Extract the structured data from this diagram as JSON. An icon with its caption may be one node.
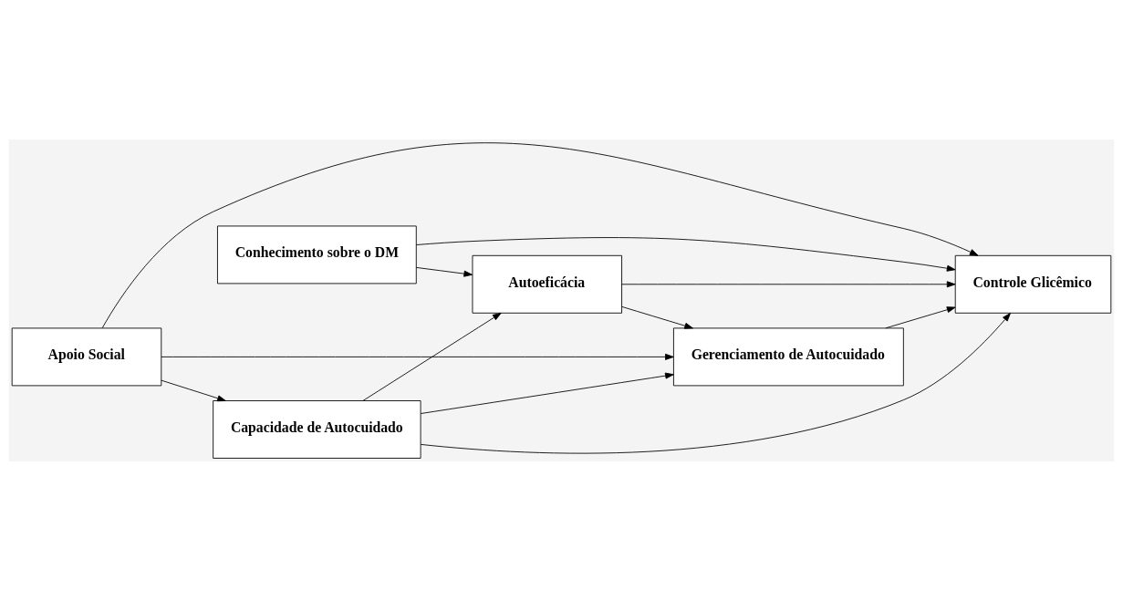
{
  "diagram": {
    "nodes": [
      {
        "text": [
          "Conhecimento sobre o DM"
        ]
      },
      {
        "text": [
          "Capacidade de Autocuidado"
        ]
      },
      {
        "text": [
          "Autoeficácia"
        ]
      },
      {
        "text": [
          "Apoio Social"
        ]
      },
      {
        "text": [
          "Gerenciamento de Autocuidado"
        ]
      },
      {
        "text": [
          "Controle Glicêmico"
        ]
      }
    ],
    "edges": [
      {
        "from": 0,
        "to": 5,
        "arrow": "to"
      },
      {
        "from": 0,
        "to": 2,
        "arrow": "to"
      },
      {
        "from": 3,
        "to": 1,
        "arrow": "to"
      },
      {
        "from": 1,
        "to": 2,
        "arrow": "to"
      },
      {
        "from": 1,
        "to": 4,
        "arrow": "to"
      },
      {
        "from": 1,
        "to": 5,
        "arrow": "to"
      },
      {
        "from": 2,
        "to": 4,
        "arrow": "to"
      },
      {
        "from": 2,
        "to": 5,
        "arrow": "to"
      },
      {
        "from": 3,
        "to": 4,
        "arrow": "to"
      },
      {
        "from": 3,
        "to": 5,
        "arrow": "to"
      },
      {
        "from": 4,
        "to": 5,
        "arrow": "to"
      }
    ]
  }
}
